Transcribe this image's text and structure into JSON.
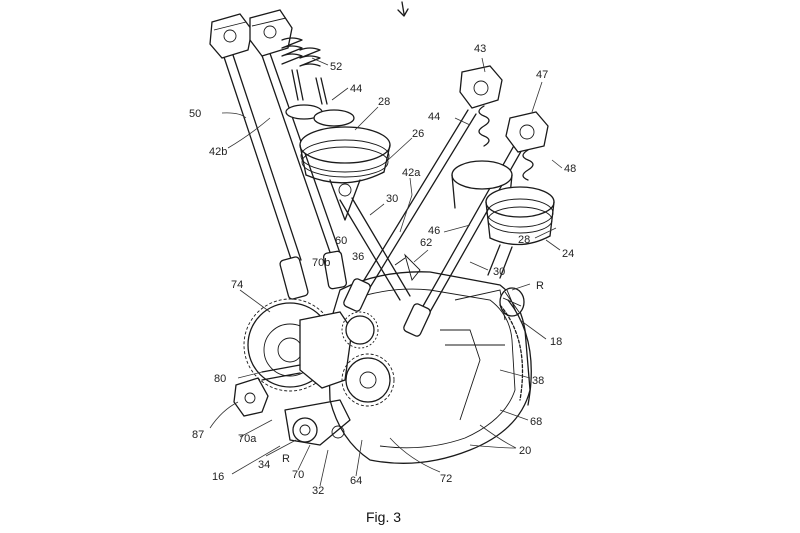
{
  "caption": "Fig. 3",
  "labels": {
    "l50": "50",
    "l42b": "42b",
    "l52": "52",
    "l44a": "44",
    "l28a": "28",
    "l26": "26",
    "l42a": "42a",
    "l43": "43",
    "l47": "47",
    "l44b": "44",
    "l48": "48",
    "l46": "46",
    "l30a": "30",
    "l28b": "28",
    "l24": "24",
    "l62": "62",
    "l60": "60",
    "l36": "36",
    "l70b": "70b",
    "l30b": "30",
    "lR1": "R",
    "l18": "18",
    "l74": "74",
    "l80": "80",
    "l38": "38",
    "l87": "87",
    "l70a": "70a",
    "l68": "68",
    "l20": "20",
    "l16": "16",
    "l34": "34",
    "lR2": "R",
    "l70": "70",
    "l32": "32",
    "l64": "64",
    "l72": "72"
  }
}
